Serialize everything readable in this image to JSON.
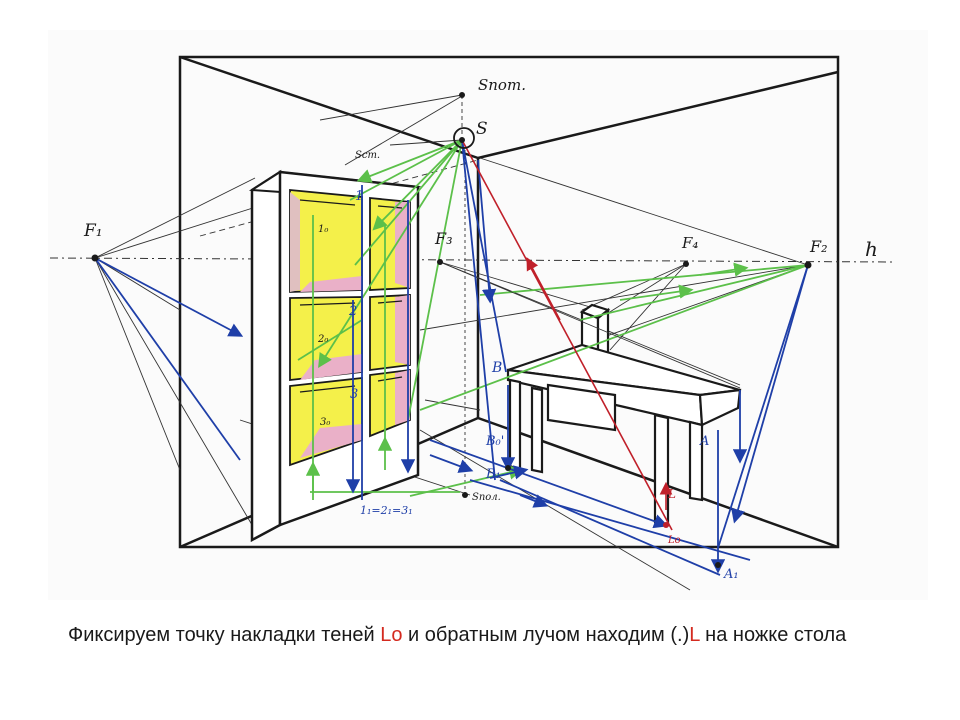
{
  "diagram": {
    "labels": {
      "s_pot": "Sпот.",
      "s": "S",
      "s_st": "Sст.",
      "f1": "F₁",
      "f2": "F₂",
      "f3": "F₃",
      "f4": "F₄",
      "h": "h",
      "c1": "1₀",
      "c2": "2₀",
      "c3": "3₀",
      "n1": "1",
      "n2": "2",
      "n3": "3",
      "equality": "1₁=2₁=3₁",
      "s_pol": "Sпол.",
      "b": "B",
      "b0": "B₀'",
      "b1": "B₁",
      "a": "A",
      "a1": "A₁",
      "l": "L",
      "lo": "Lo"
    },
    "colors": {
      "pencil": "#1a1a1a",
      "blue": "#1f3fa8",
      "green": "#5cc04a",
      "red": "#c0202a",
      "yellow": "#f4f04a",
      "pink": "#eab0c8"
    }
  },
  "caption": {
    "part1": "Фиксируем точку накладки теней ",
    "lo": "Lo",
    "part2": " и обратным лучом находим (.)",
    "l": "L",
    "part3": " на ножке стола"
  }
}
